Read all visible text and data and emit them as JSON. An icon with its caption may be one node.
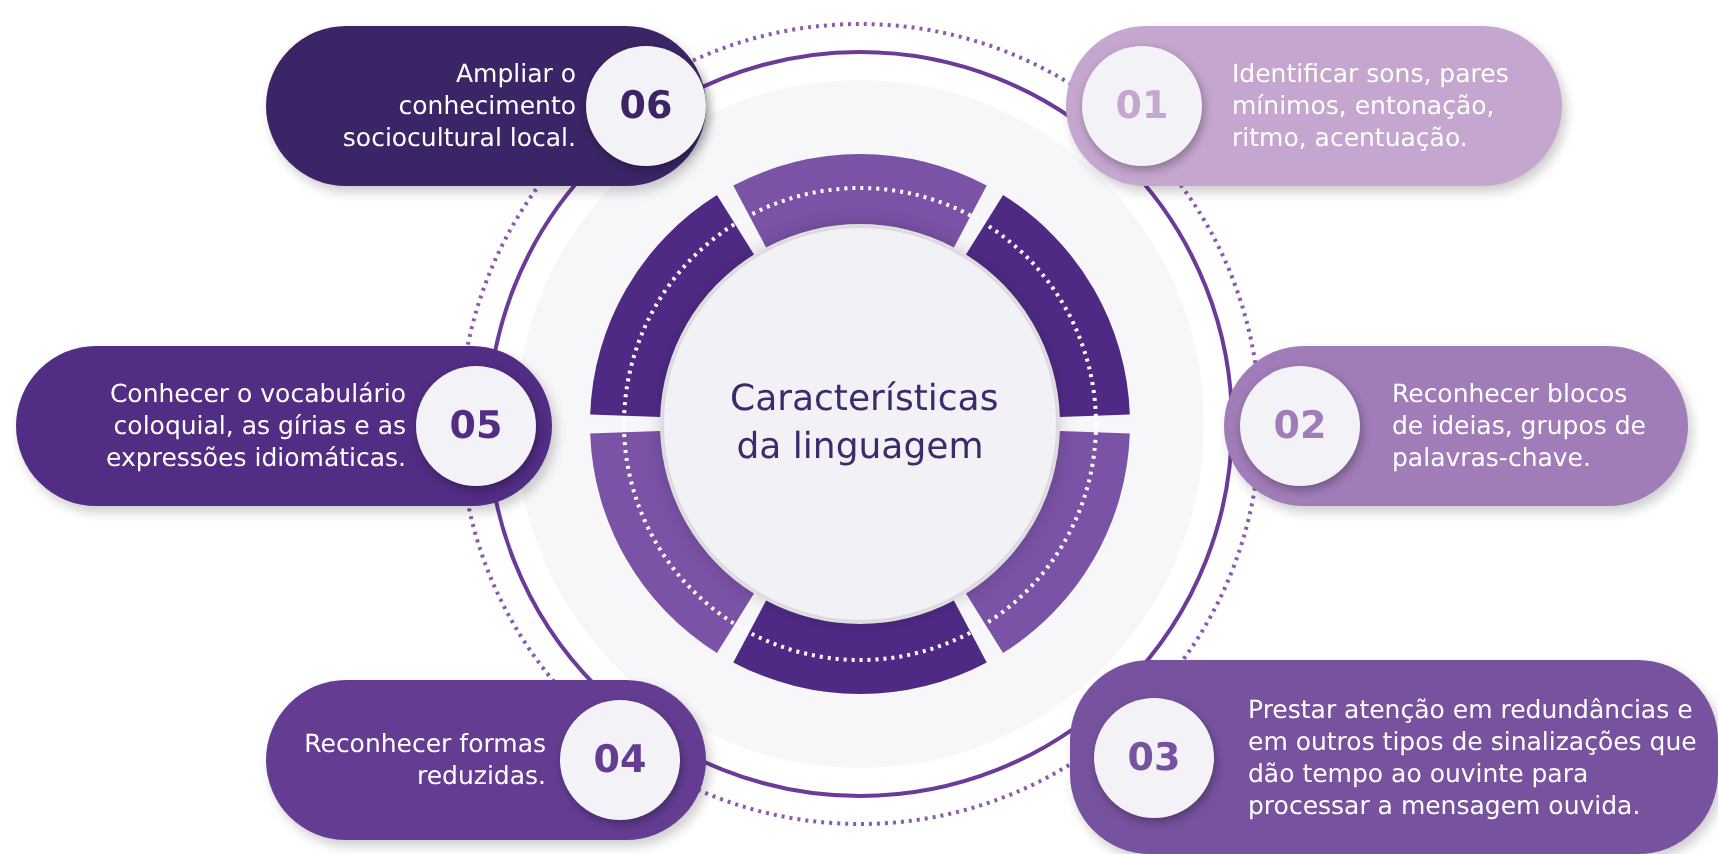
{
  "diagram": {
    "nodes": [
      {
        "text": [
          "Ampliar o conhecimento sociocultural local.",
          "06"
        ]
      },
      {
        "text": [
          "01",
          "Identificar sons, pares mínimos, entonação, ritmo, acentuação."
        ]
      },
      {
        "text": [
          "Características da linguagem"
        ]
      },
      {
        "text": [
          "Conhecer o vocabulário coloquial, as gírias e as expressões idiomáticas.",
          "05"
        ]
      },
      {
        "text": [
          "02",
          "Reconhecer blocos de ideias, grupos de palavras-chave."
        ]
      },
      {
        "text": [
          "Reconhecer formas reduzidas.",
          "04"
        ]
      },
      {
        "text": [
          "03",
          "Prestar atenção em redundâncias e em outros tipos de sinalizações que dão tempo ao ouvinte para processar a mensagem ouvida."
        ]
      }
    ]
  }
}
